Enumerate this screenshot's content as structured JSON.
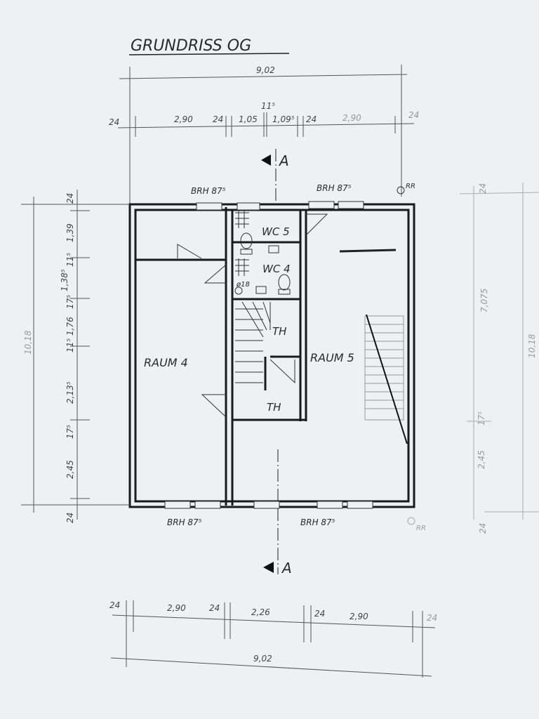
{
  "title": "GRUNDRISS OG",
  "rooms": {
    "raum4": "RAUM 4",
    "raum5": "RAUM 5",
    "wc5": "WC 5",
    "wc4": "WC 4",
    "th_upper": "TH",
    "th_lower": "TH"
  },
  "section_marker": "A",
  "window_labels": {
    "top_left": "BRH 87⁵",
    "top_right": "BRH 87⁵",
    "bottom_left": "BRH 87⁵",
    "bottom_right": "BRH 87⁵"
  },
  "rr_labels": {
    "top": "RR",
    "bottom": "RR"
  },
  "pipe_label": "ø18",
  "dimensions": {
    "top_total": "9,02",
    "top_chain": [
      "24",
      "2,90",
      "24",
      "1,05",
      "11⁵",
      "1,09⁵",
      "24",
      "2,90",
      "24"
    ],
    "bottom_chain": [
      "24",
      "2,90",
      "24",
      "2,26",
      "24",
      "2,90",
      "24"
    ],
    "bottom_total": "9,02",
    "left_total": "10,18",
    "left_chain": [
      "24",
      "1,39",
      "11⁵",
      "1,38⁵",
      "17⁵",
      "1,76",
      "11⁵",
      "2,13⁵",
      "17⁵",
      "2,45",
      "24"
    ],
    "right_chain": [
      "24",
      "7,075",
      "17⁵",
      "2,45",
      "24"
    ],
    "right_total": "10,18"
  },
  "colors": {
    "paper": "#eef0f2",
    "ink": "#1a1a1a"
  }
}
